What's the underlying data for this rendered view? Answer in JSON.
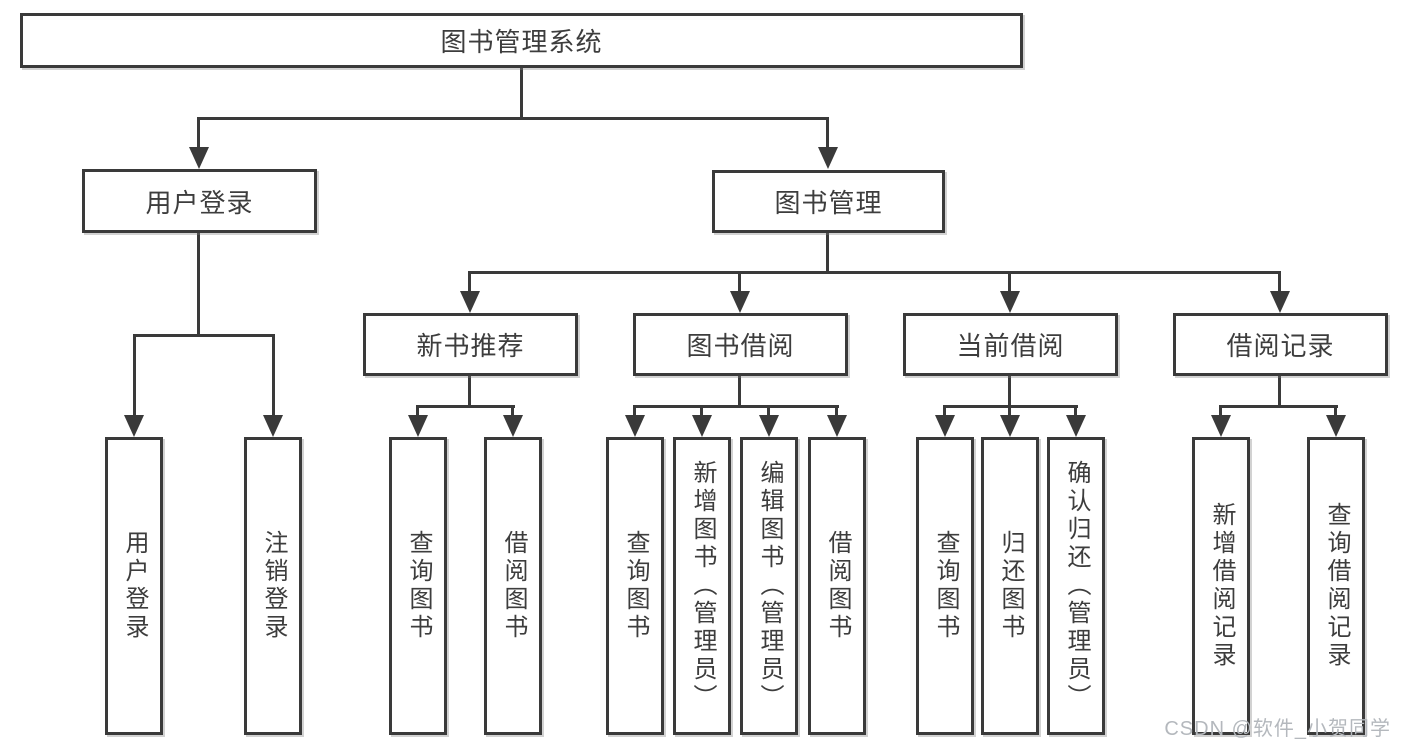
{
  "diagram": {
    "title_hint": "功能结构图",
    "root": {
      "label": "图书管理系统"
    },
    "level2": [
      {
        "id": "user-login",
        "label": "用户登录"
      },
      {
        "id": "book-management",
        "label": "图书管理"
      }
    ],
    "level3": [
      {
        "id": "new-book-recommend",
        "label": "新书推荐"
      },
      {
        "id": "book-borrow",
        "label": "图书借阅"
      },
      {
        "id": "current-borrow",
        "label": "当前借阅"
      },
      {
        "id": "borrow-records",
        "label": "借阅记录"
      }
    ],
    "leaves": {
      "user_login": [
        "用户登录",
        "注销登录"
      ],
      "new_book_recommend": [
        "查询图书",
        "借阅图书"
      ],
      "book_borrow": [
        "查询图书",
        "新增图书（管理员）",
        "编辑图书（管理员）",
        "借阅图书"
      ],
      "current_borrow": [
        "查询图书",
        "归还图书",
        "确认归还（管理员）"
      ],
      "borrow_records": [
        "新增借阅记录",
        "查询借阅记录"
      ]
    }
  },
  "watermark": {
    "text": "CSDN @软件_小贺同学"
  },
  "colors": {
    "line": "#3a3a3a",
    "watermark": "#b4b8bd",
    "background": "#ffffff"
  }
}
